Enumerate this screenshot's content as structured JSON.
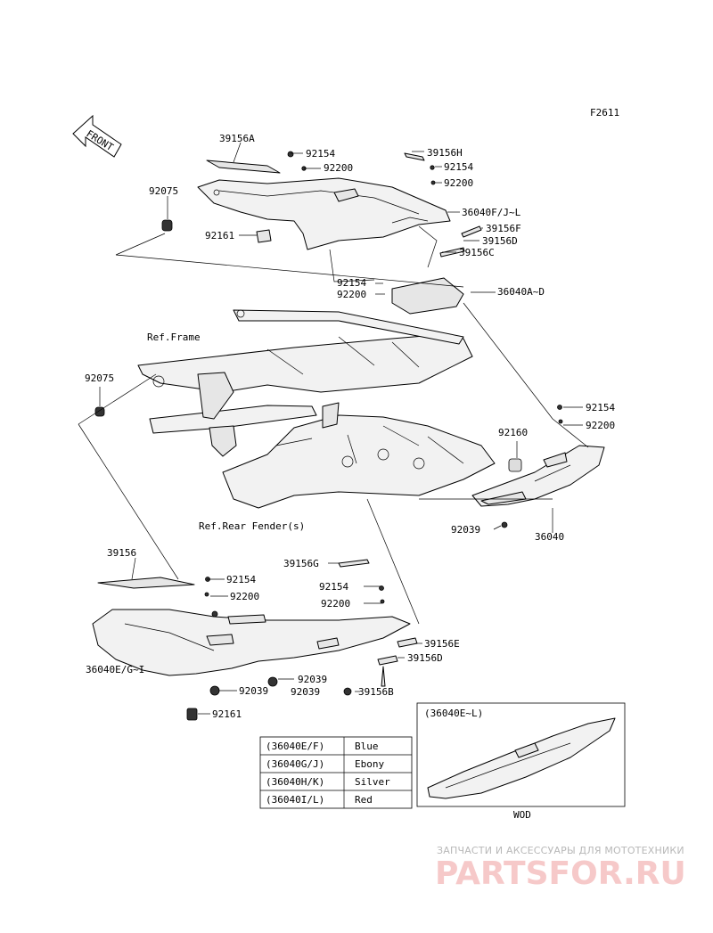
{
  "figure_code": "F2611",
  "front_label": "FRONT",
  "parts": {
    "p39156A": "39156A",
    "p92154_a": "92154",
    "p92200_a": "92200",
    "p39156H": "39156H",
    "p92154_b": "92154",
    "p92200_b": "92200",
    "p36040FJL": "36040F/J~L",
    "p39156F": "39156F",
    "p39156D_a": "39156D",
    "p39156C": "39156C",
    "p92075_a": "92075",
    "p92161_a": "92161",
    "p92154_c": "92154",
    "p92200_c": "92200",
    "p36040AD": "36040A~D",
    "p92075_b": "92075",
    "p92154_d": "92154",
    "p92200_d": "92200",
    "p92160": "92160",
    "p92039_a": "92039",
    "p36040": "36040",
    "p39156": "39156",
    "p92154_e": "92154",
    "p92200_e": "92200",
    "p39156G": "39156G",
    "p92154_f": "92154",
    "p92200_f": "92200",
    "p36040EGI": "36040E/G~I",
    "p39156E": "39156E",
    "p39156D_b": "39156D",
    "p92039_b": "92039",
    "p92039_c": "92039",
    "p92039_d": "92039",
    "p39156B": "39156B",
    "p92161_b": "92161"
  },
  "refs": {
    "frame": "Ref.Frame",
    "rear_fender": "Ref.Rear Fender(s)"
  },
  "inset": {
    "title": "(36040E~L)",
    "caption": "WOD"
  },
  "color_table": [
    {
      "code": "(36040E/F)",
      "color": "Blue"
    },
    {
      "code": "(36040G/J)",
      "color": "Ebony"
    },
    {
      "code": "(36040H/K)",
      "color": "Silver"
    },
    {
      "code": "(36040I/L)",
      "color": "Red"
    }
  ],
  "watermark": {
    "tagline": "ЗАПЧАСТИ И АКСЕССУАРЫ ДЛЯ МОТОТЕХНИКИ",
    "logo": "PARTSFOR.RU"
  }
}
